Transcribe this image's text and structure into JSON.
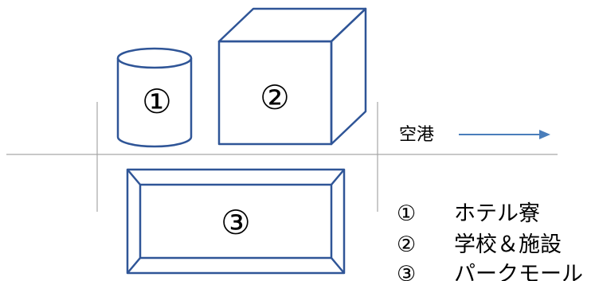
{
  "buildings": [
    {
      "id": "dormitory",
      "marker": "①"
    },
    {
      "id": "school",
      "marker": "②"
    },
    {
      "id": "park-mall",
      "marker": "③"
    }
  ],
  "airport_label": "空港",
  "legend": [
    {
      "marker": "①",
      "label": "ホテル寮"
    },
    {
      "marker": "②",
      "label": "学校＆施設"
    },
    {
      "marker": "③",
      "label": "パークモール"
    }
  ],
  "colors": {
    "outline": "#2f5597",
    "arrow": "#4a7ebb",
    "road": "#a6a6a6",
    "text": "#000000"
  }
}
